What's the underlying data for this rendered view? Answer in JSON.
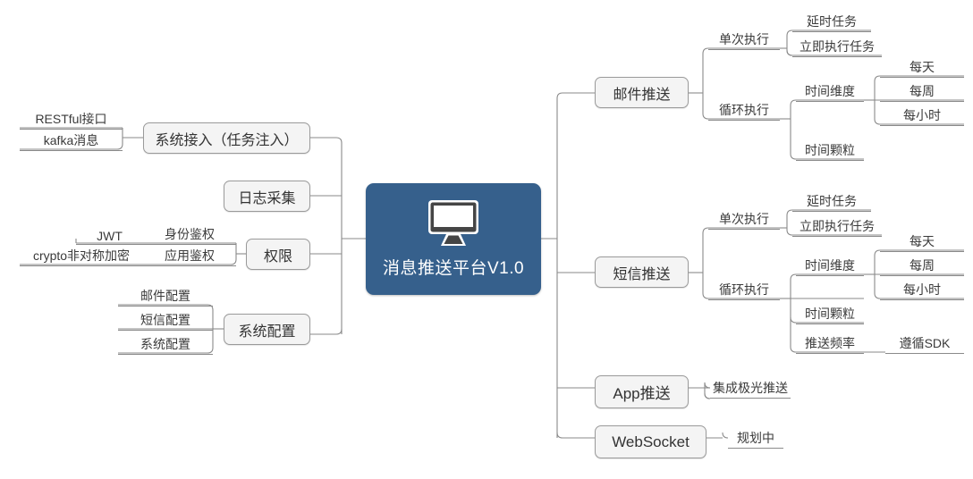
{
  "diagram": {
    "type": "mind-map",
    "root": {
      "label": "消息推送平台V1.0",
      "icon": "monitor-icon",
      "color": "#36608C",
      "text_color": "#FFFFFF"
    },
    "style": {
      "node_fill": "#F4F4F4",
      "node_border": "#9A9A9A",
      "connector": "#8A8A8A",
      "text": "#333333"
    },
    "left_branches": [
      {
        "label": "系统接入（任务注入）",
        "children": [
          {
            "label": "RESTful接口"
          },
          {
            "label": "kafka消息"
          }
        ]
      },
      {
        "label": "日志采集",
        "children": []
      },
      {
        "label": "权限",
        "children": [
          {
            "label": "身份鉴权",
            "children": [
              {
                "label": "JWT"
              }
            ]
          },
          {
            "label": "应用鉴权",
            "children": [
              {
                "label": "crypto非对称加密"
              }
            ]
          }
        ]
      },
      {
        "label": "系统配置",
        "children": [
          {
            "label": "邮件配置"
          },
          {
            "label": "短信配置"
          },
          {
            "label": "系统配置"
          }
        ]
      }
    ],
    "right_branches": [
      {
        "label": "邮件推送",
        "children": [
          {
            "label": "单次执行",
            "children": [
              {
                "label": "延时任务"
              },
              {
                "label": "立即执行任务"
              }
            ]
          },
          {
            "label": "循环执行",
            "children": [
              {
                "label": "时间维度",
                "children": [
                  {
                    "label": "每天"
                  },
                  {
                    "label": "每周"
                  },
                  {
                    "label": "每小时"
                  }
                ]
              },
              {
                "label": "时间颗粒"
              }
            ]
          }
        ]
      },
      {
        "label": "短信推送",
        "children": [
          {
            "label": "单次执行",
            "children": [
              {
                "label": "延时任务"
              },
              {
                "label": "立即执行任务"
              }
            ]
          },
          {
            "label": "循环执行",
            "children": [
              {
                "label": "时间维度",
                "children": [
                  {
                    "label": "每天"
                  },
                  {
                    "label": "每周"
                  },
                  {
                    "label": "每小时"
                  }
                ]
              },
              {
                "label": "时间颗粒"
              },
              {
                "label": "推送频率",
                "children": [
                  {
                    "label": "遵循SDK"
                  }
                ]
              }
            ]
          }
        ]
      },
      {
        "label": "App推送",
        "children": [
          {
            "label": "集成极光推送"
          }
        ]
      },
      {
        "label": "WebSocket",
        "children": [
          {
            "label": "规划中"
          }
        ]
      }
    ]
  }
}
